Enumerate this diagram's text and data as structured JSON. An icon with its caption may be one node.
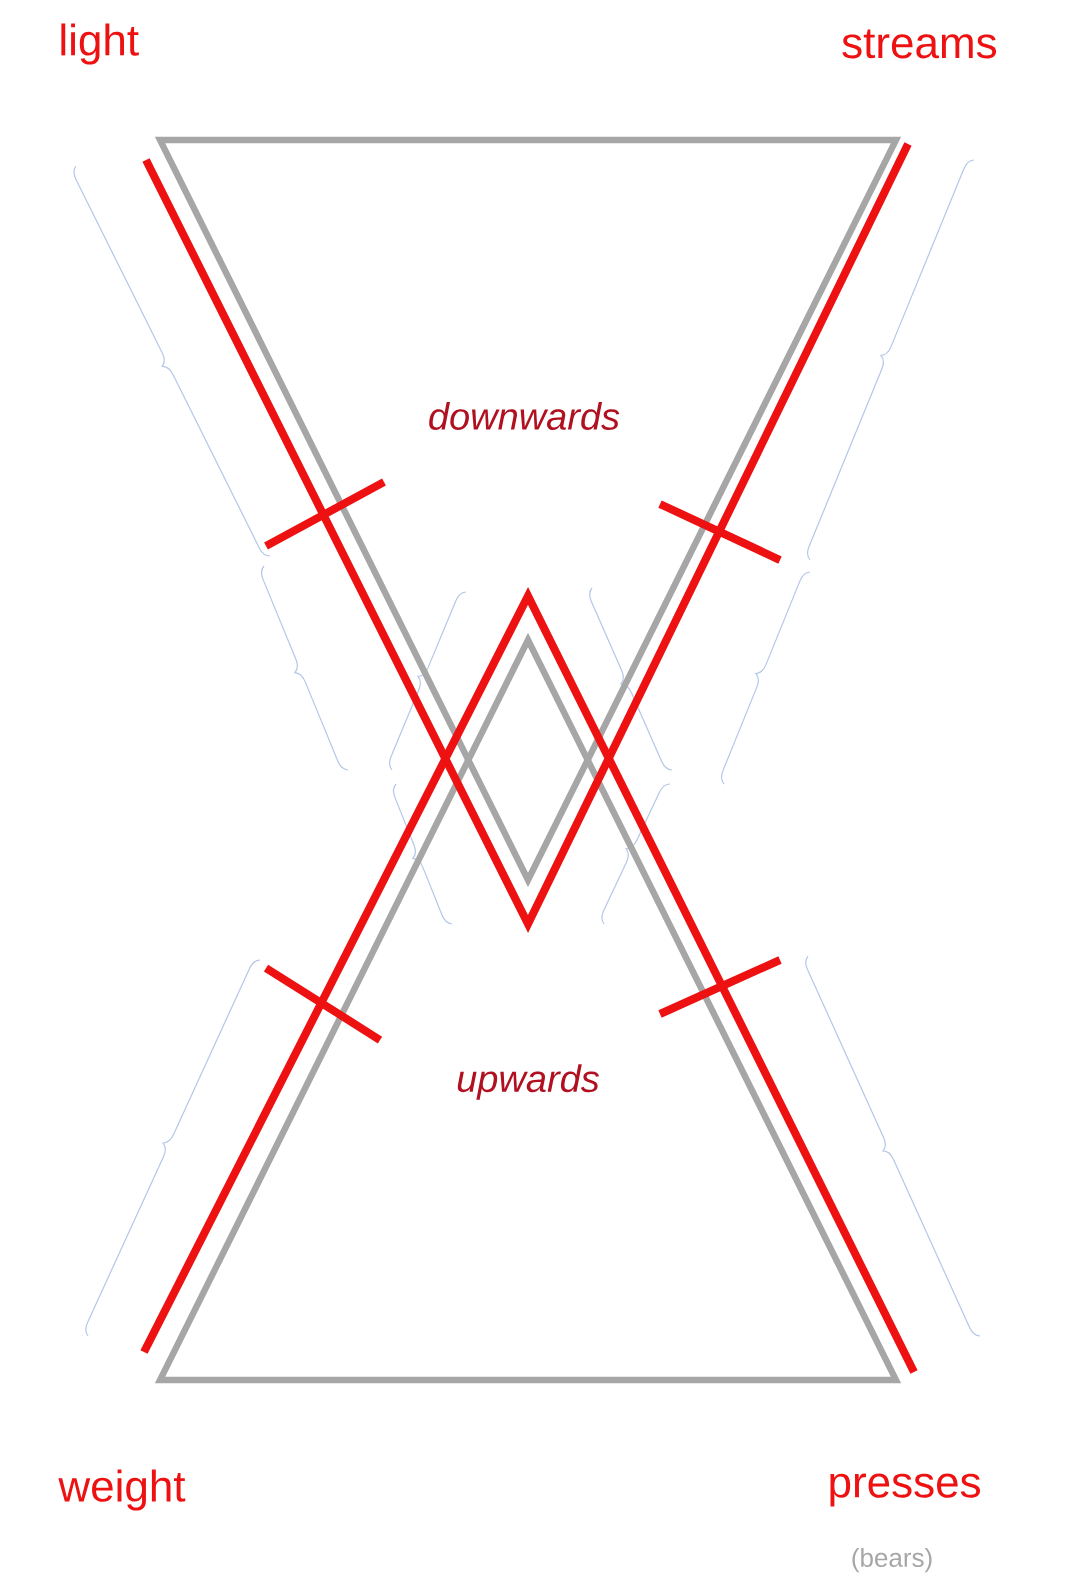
{
  "diagram": {
    "labels": [
      "light",
      "streams",
      "downwards",
      "upwards",
      "weight",
      "presses",
      "(bears)"
    ]
  }
}
